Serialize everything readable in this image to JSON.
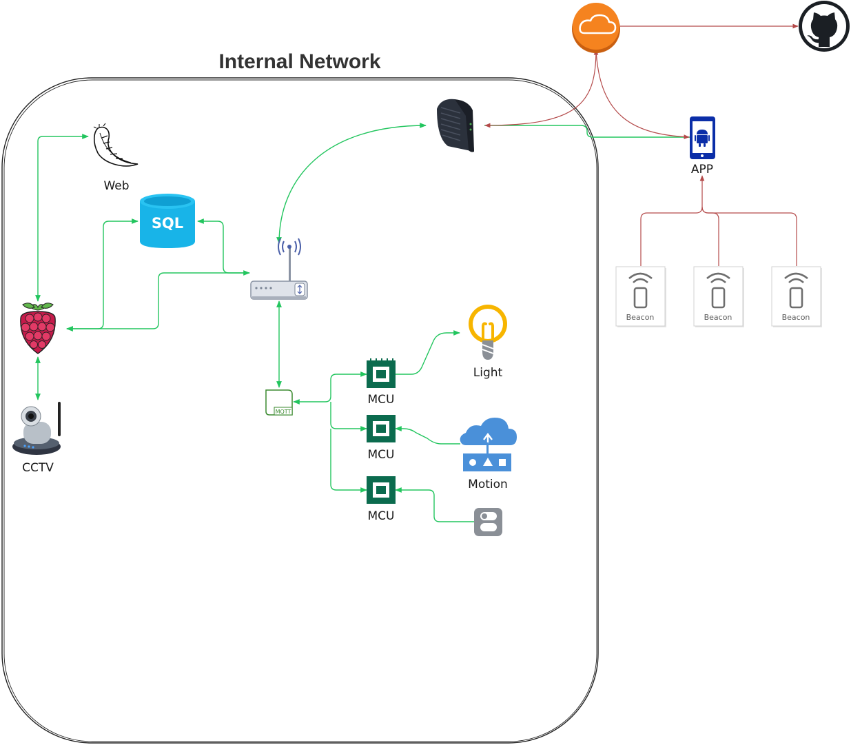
{
  "title": "Internal Network",
  "nodes": {
    "web": "Web",
    "cctv": "CCTV",
    "sql": "SQL",
    "mqtt": "MQTT",
    "mcu_1": "MCU",
    "mcu_2": "MCU",
    "mcu_3": "MCU",
    "light": "Light",
    "motion": "Motion",
    "app": "APP",
    "beacon_1": "Beacon",
    "beacon_2": "Beacon",
    "beacon_3": "Beacon"
  },
  "colors": {
    "internal_link": "#22c55e",
    "external_link": "#b44a4a",
    "mcu": "#0b6b4e",
    "cloud_orange": "#f5831f",
    "sql": "#18b4e8",
    "raspberry": "#c51a4a",
    "bulb": "#f7b500",
    "motion_blue": "#4a90d9",
    "android_blue": "#0b2ea8"
  },
  "icons": {
    "web": "flask-icon",
    "router": "wifi-router-icon",
    "modem": "cable-modem-icon",
    "cloud": "cloud-icon",
    "github": "github-icon"
  }
}
